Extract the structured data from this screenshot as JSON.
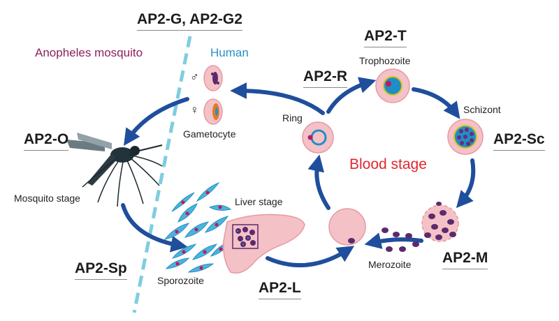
{
  "labels": {
    "ap2_g": "AP2-G, AP2-G2",
    "ap2_t": "AP2-T",
    "ap2_r": "AP2-R",
    "ap2_o": "AP2-O",
    "ap2_sc": "AP2-Sc",
    "ap2_m": "AP2-M",
    "ap2_sp": "AP2-Sp",
    "ap2_l": "AP2-L"
  },
  "stages": {
    "mosquito_host": "Anopheles mosquito",
    "human_host": "Human",
    "trophozoite": "Trophozoite",
    "schizont": "Schizont",
    "ring": "Ring",
    "gametocyte": "Gametocyte",
    "blood_stage": "Blood stage",
    "mosquito_stage": "Mosquito stage",
    "liver_stage": "Liver stage",
    "sporozoite": "Sporozoite",
    "merozoite": "Merozoite"
  },
  "symbols": {
    "male": "♂",
    "female": "♀"
  },
  "colors": {
    "arrow": "#1f4e9c",
    "divider": "#7fcde0",
    "cell_fill": "#f4c1c6",
    "cell_stroke": "#e59aa3",
    "parasite": "#1e8fc6",
    "merozoite": "#5b2a6e",
    "mosquito_text": "#8c2160",
    "human_text": "#2b8fc4",
    "blood_text": "#e3262e"
  }
}
